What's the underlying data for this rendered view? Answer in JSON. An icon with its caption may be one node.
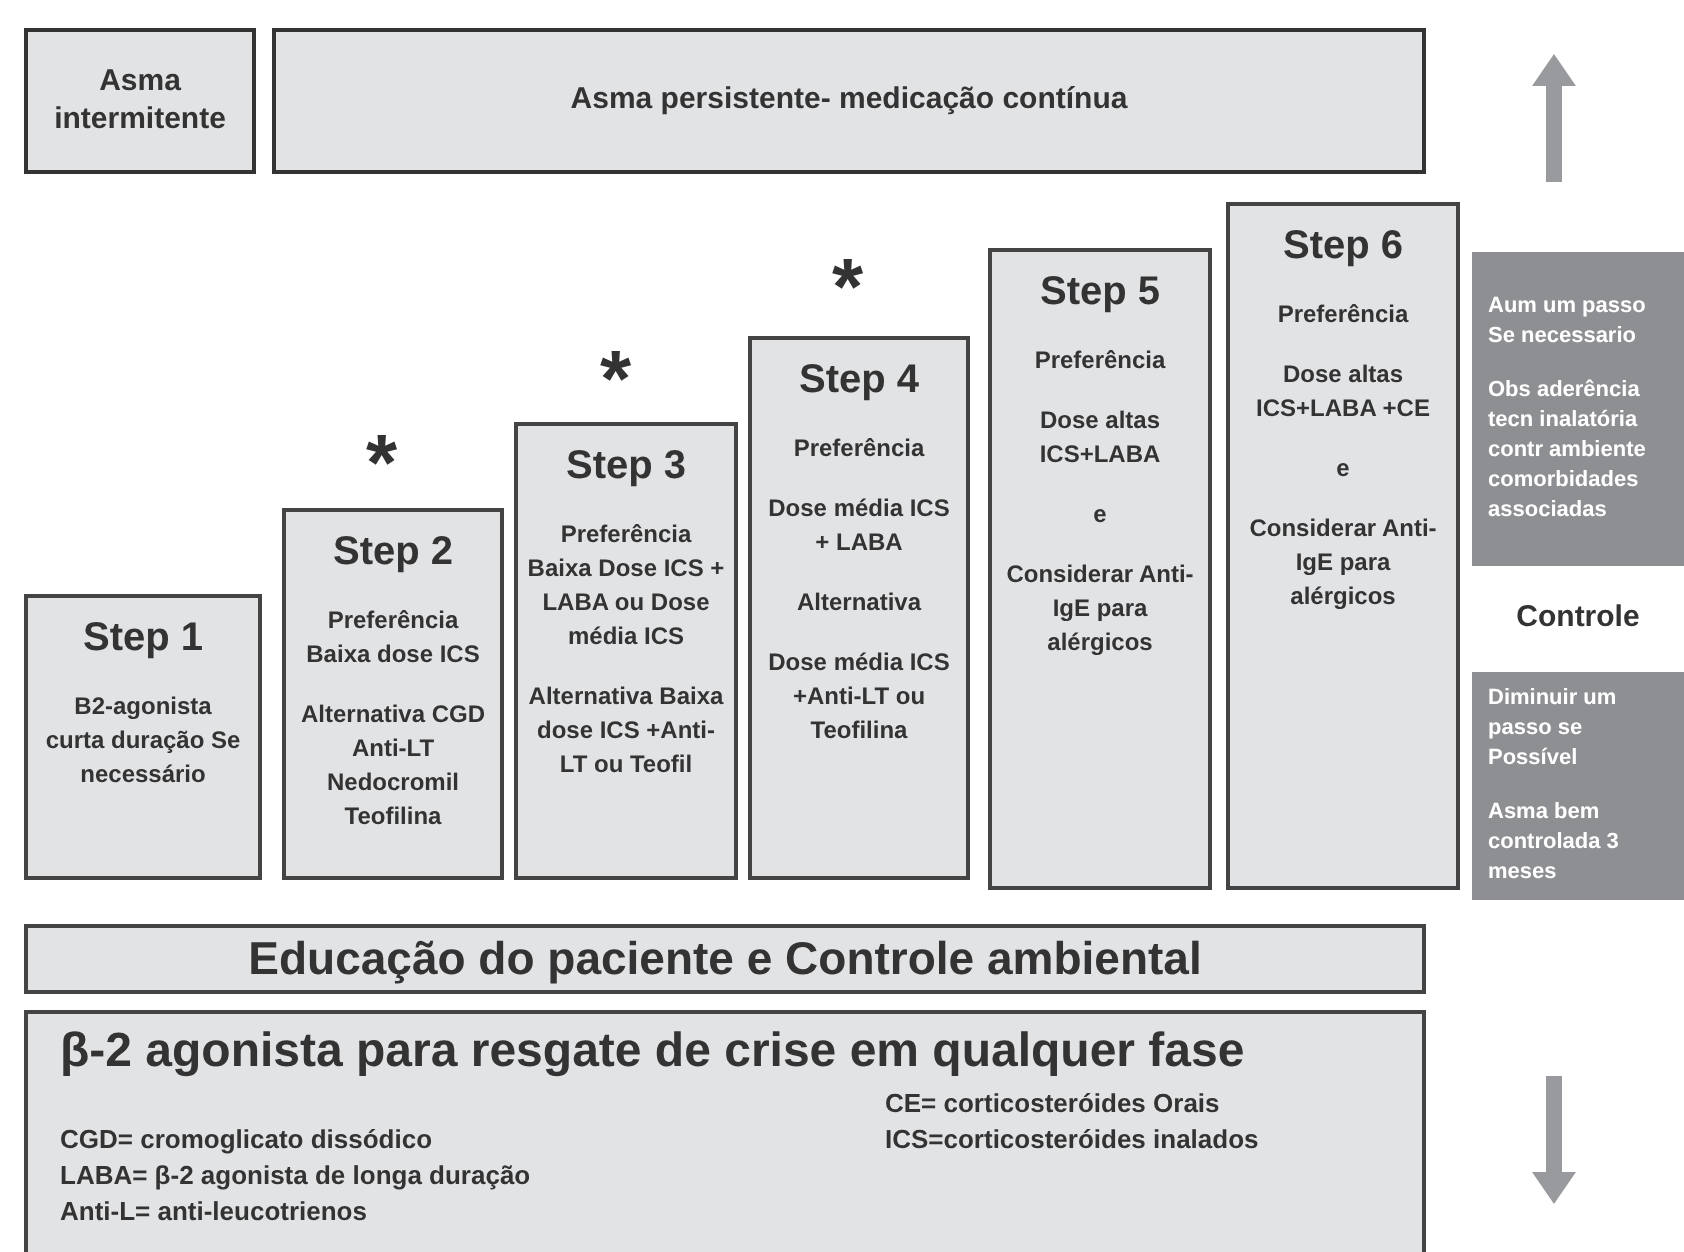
{
  "diagram": {
    "nodes": [
      {
        "text": [
          "Asma intermitente"
        ]
      },
      {
        "text": [
          "Asma persistente- medicação contínua"
        ]
      },
      {
        "text": [
          "Step 1",
          "B2-agonista curta duração Se necessário"
        ]
      },
      {
        "text": [
          "Step 2",
          "Preferência Baixa dose ICS",
          "Alternativa CGD Anti-LT Nedocromil Teofilina"
        ]
      },
      {
        "text": [
          "Step 3",
          "Preferência Baixa Dose ICS + LABA ou Dose média ICS",
          "Alternativa Baixa dose ICS +Anti-LT ou Teofil"
        ]
      },
      {
        "text": [
          "Step 4",
          "Preferência",
          "Dose média ICS + LABA",
          "Alternativa",
          "Dose média ICS +Anti-LT ou Teofilina"
        ]
      },
      {
        "text": [
          "Step 5",
          "Preferência",
          "Dose altas ICS+LABA",
          "e",
          "Considerar Anti-IgE para alérgicos"
        ]
      },
      {
        "text": [
          "Step 6",
          "Preferência",
          "Dose altas ICS+LABA +CE",
          "e",
          "Considerar Anti-IgE para alérgicos"
        ]
      },
      {
        "text": [
          "Aum um passo Se necessario",
          "Obs aderência tecn inalatória contr ambiente comorbidades associadas"
        ]
      },
      {
        "text": [
          "Controle"
        ]
      },
      {
        "text": [
          "Diminuir um passo se Possível",
          "Asma bem controlada 3 meses"
        ]
      },
      {
        "text": [
          "Educação do paciente e Controle ambiental"
        ]
      },
      {
        "text": [
          "β-2 agonista para resgate de crise em qualquer fase",
          "CE= corticosteróides Orais",
          "ICS=corticosteróides inalados",
          "CGD= cromoglicato dissódico",
          "LABA= β-2 agonista de longa duração",
          "Anti-L= anti-leucotrienos"
        ]
      }
    ],
    "edges": [],
    "labels": [
      "*",
      "*",
      "*"
    ]
  }
}
